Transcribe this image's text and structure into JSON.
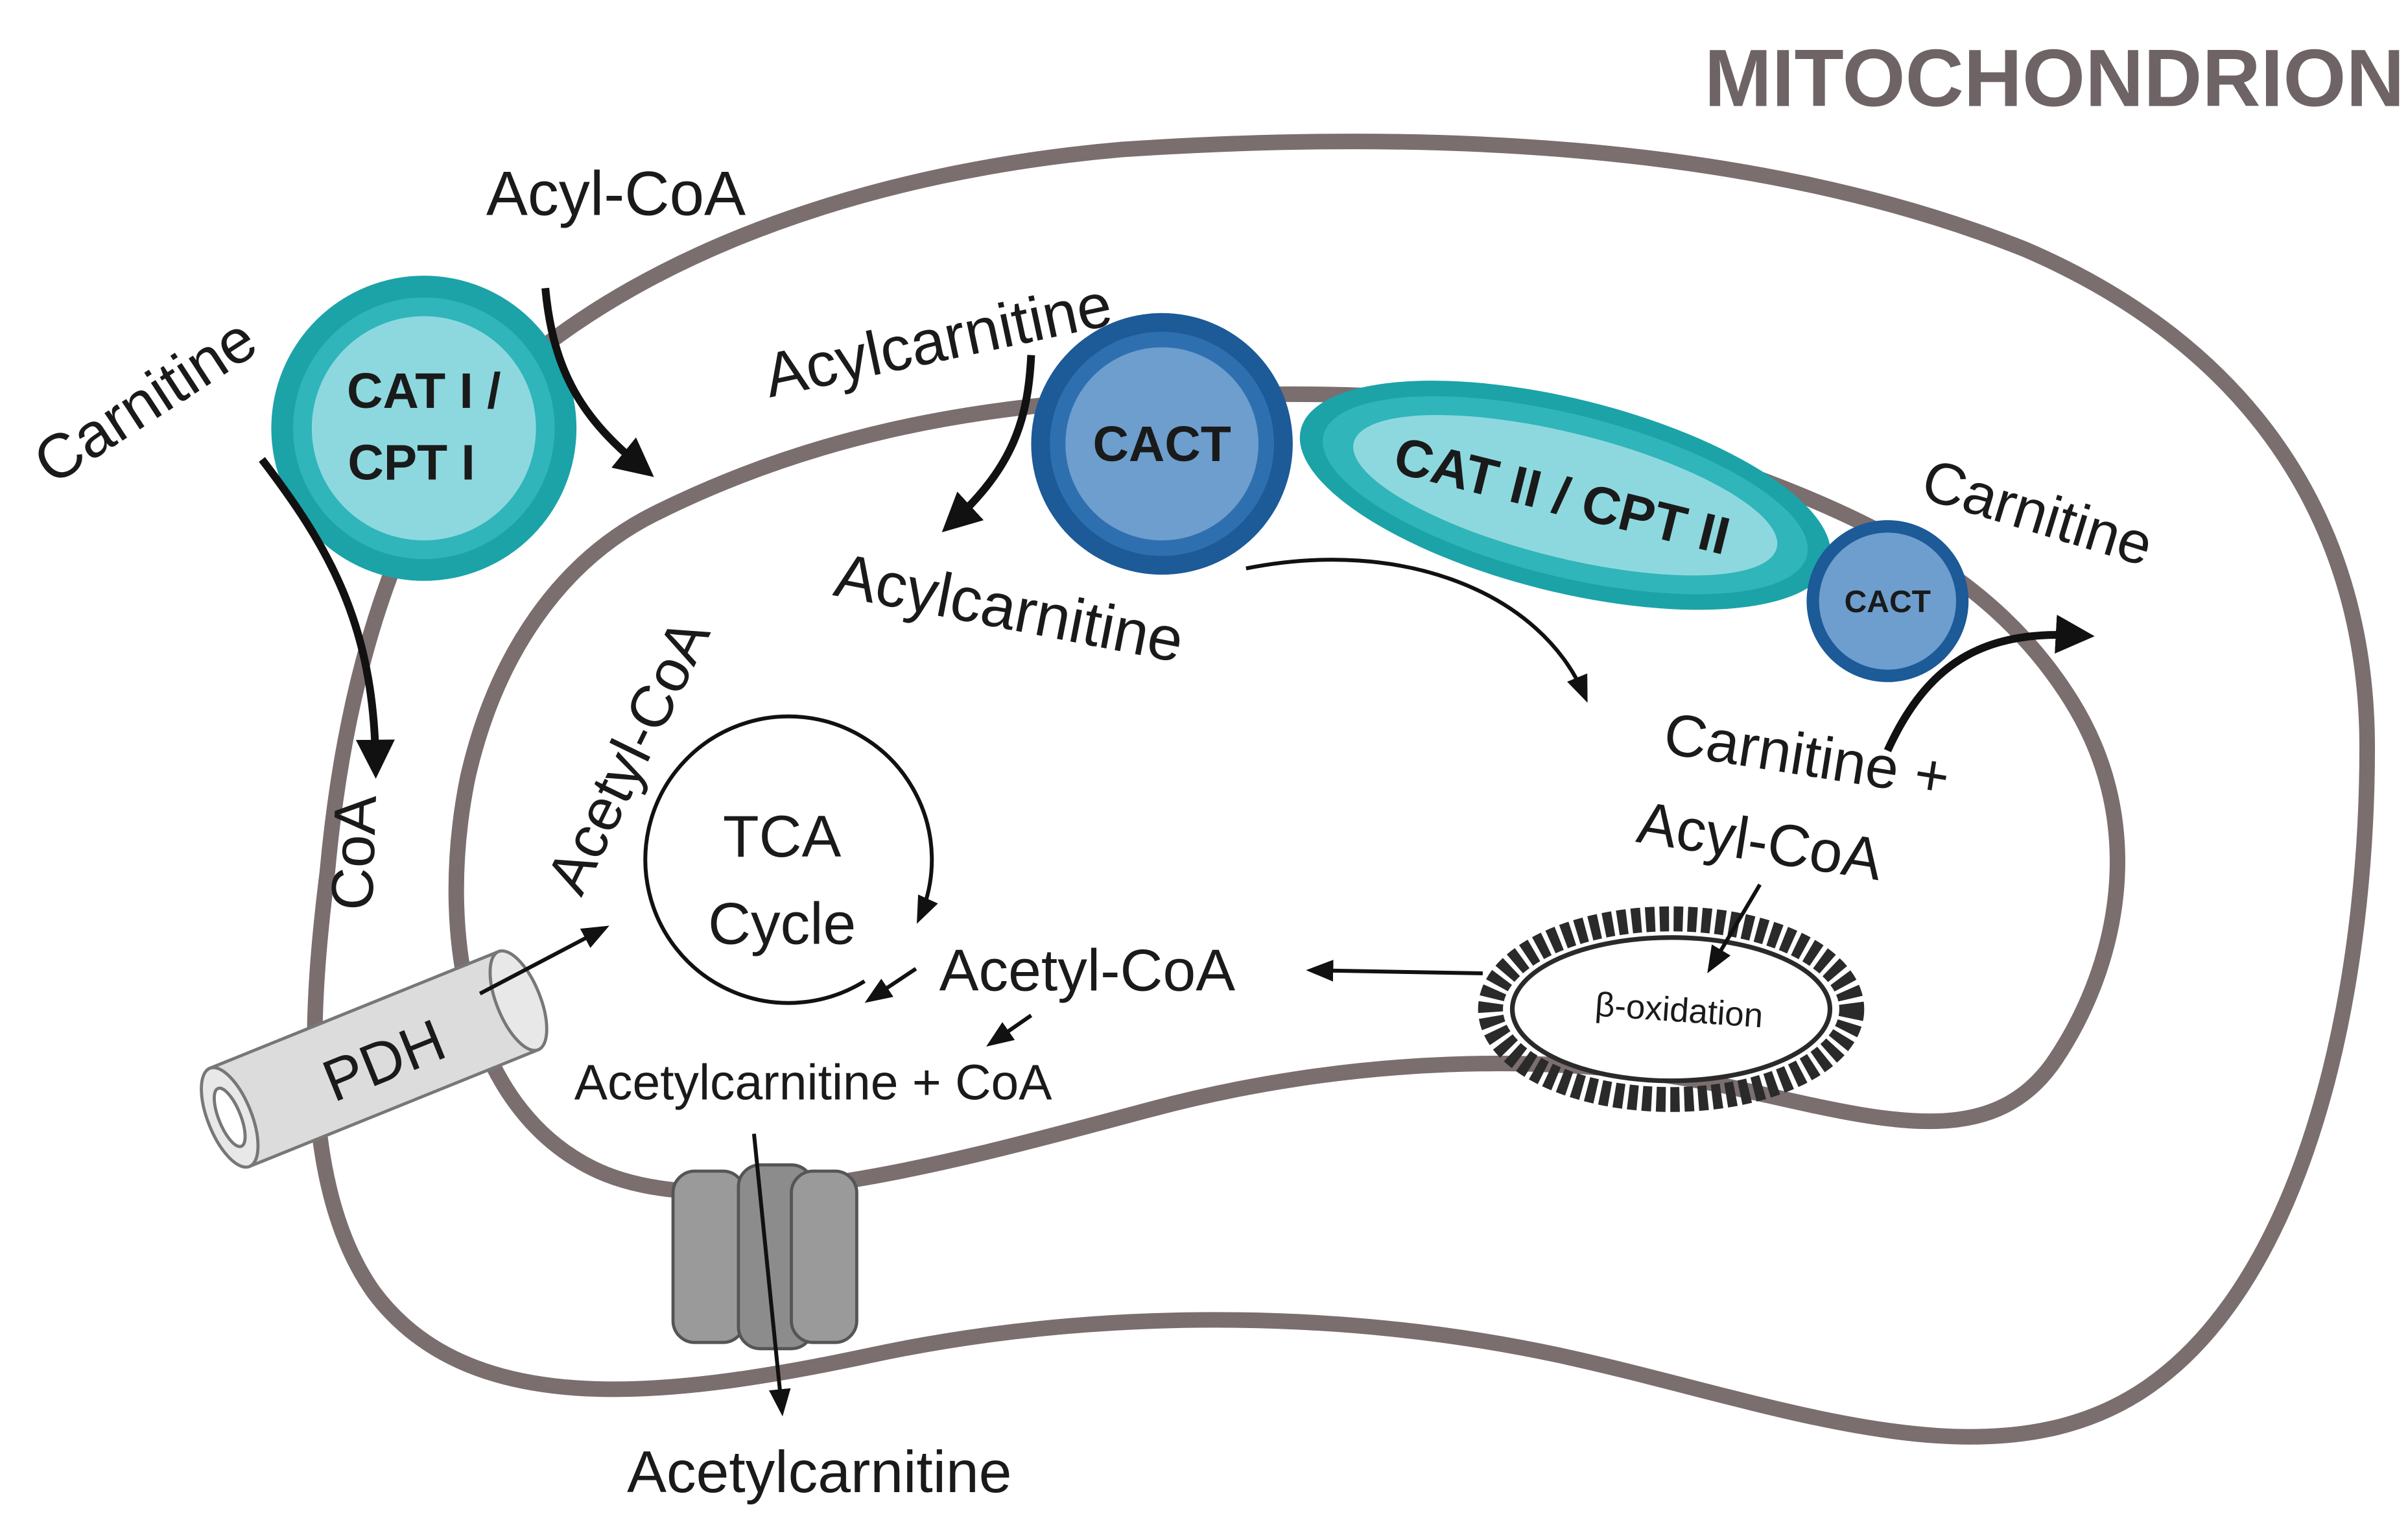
{
  "title": "MITOCHONDRION",
  "colors": {
    "membrane": "#7a6e6f",
    "teal_outer": "#1ba3a8",
    "teal_inner": "#8dd8de",
    "blue_outer": "#1c5a98",
    "blue_inner": "#6d9ecd",
    "channel": "#9a9a9a",
    "pdh": "#dcdcdc"
  },
  "labels": {
    "acyl_coa_top": "Acyl-CoA",
    "carnitine_left": "Carnitine",
    "cat1": "CAT I /",
    "cpt1": "CPT I",
    "coa": "CoA",
    "acylcarnitine_top": "Acylcarnitine",
    "cact_large": "CACT",
    "cat2_cpt2": "CAT II / CPT II",
    "cact_small": "CACT",
    "carnitine_right": "Carnitine",
    "acylcarnitine_inner": "Acylcarnitine",
    "acetyl_coa_rotated": "Acetyl-CoA",
    "tca_line1": "TCA",
    "tca_line2": "Cycle",
    "acetyl_coa_center": "Acetyl-CoA",
    "carnitine_plus": "Carnitine +",
    "acyl_coa_right": "Acyl-CoA",
    "beta_oxidation": "β-oxidation",
    "pdh": "PDH",
    "acetylcarnitine_coa": "Acetylcarnitine + CoA",
    "acetylcarnitine_bottom": "Acetylcarnitine"
  }
}
